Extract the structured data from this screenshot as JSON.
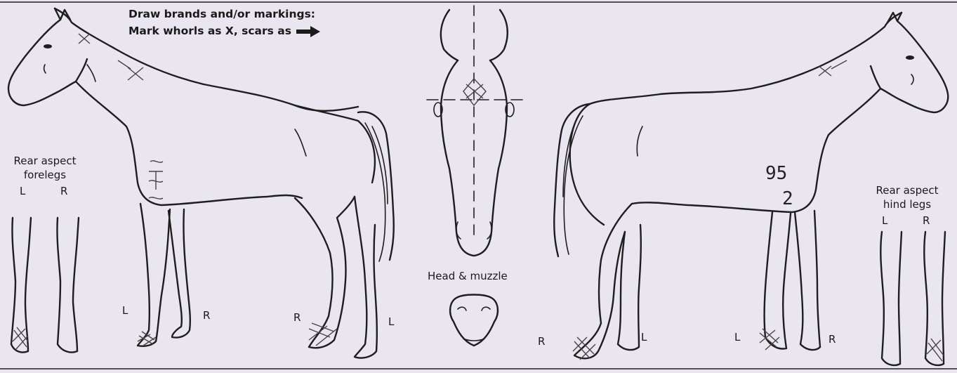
{
  "instructions": {
    "line1": "Draw brands and/or markings:",
    "line2": "Mark whorls as X, scars as"
  },
  "labels": {
    "rear_forelegs_line1": "Rear aspect",
    "rear_forelegs_line2": "forelegs",
    "rear_forelegs_left": "L",
    "rear_forelegs_right": "R",
    "rear_hind_line1": "Rear aspect",
    "rear_hind_line2": "hind legs",
    "rear_hind_left": "L",
    "rear_hind_right": "R",
    "head_muzzle": "Head & muzzle",
    "left_horse_leg_l": "L",
    "left_horse_leg_r1": "R",
    "left_horse_leg_r2": "R",
    "left_horse_leg_l2": "L",
    "right_horse_leg_r1": "R",
    "right_horse_leg_l1": "L",
    "right_horse_leg_l2": "L",
    "right_horse_leg_r2": "R"
  },
  "handwriting": {
    "brand_number_top": "95",
    "brand_number_bottom": "2"
  },
  "icons": {
    "scar_arrow": "right-arrow-icon",
    "whorl_mark": "x-mark-icon"
  }
}
